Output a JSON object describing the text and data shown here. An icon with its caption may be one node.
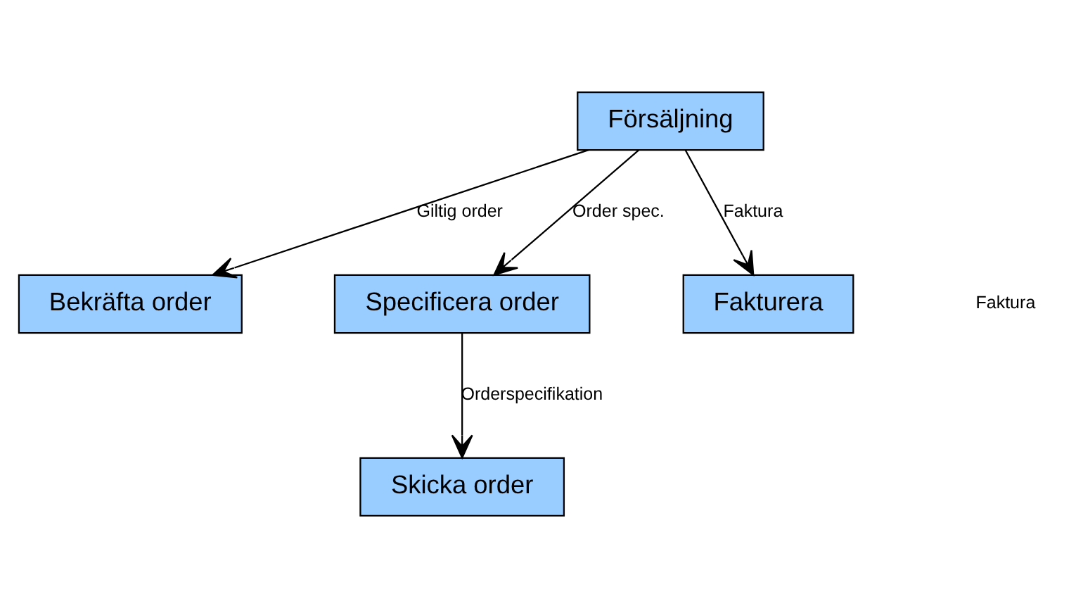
{
  "diagram": {
    "nodes": [
      {
        "text": [
          "Försäljning"
        ]
      },
      {
        "text": [
          "Bekräfta order"
        ]
      },
      {
        "text": [
          "Specificera order"
        ]
      },
      {
        "text": [
          "Fakturera"
        ]
      },
      {
        "text": [
          "Skicka order"
        ]
      }
    ],
    "edges": [
      {
        "from": 0,
        "to": 1,
        "arrow": "to",
        "label": "Giltig order"
      },
      {
        "from": 0,
        "to": 2,
        "arrow": "to",
        "label": "Order spec."
      },
      {
        "from": 0,
        "to": 3,
        "arrow": "to",
        "label": "Faktura"
      },
      {
        "from": 2,
        "to": 4,
        "arrow": "to",
        "label": "Orderspecifikation"
      }
    ],
    "labels": [
      "Faktura"
    ]
  }
}
